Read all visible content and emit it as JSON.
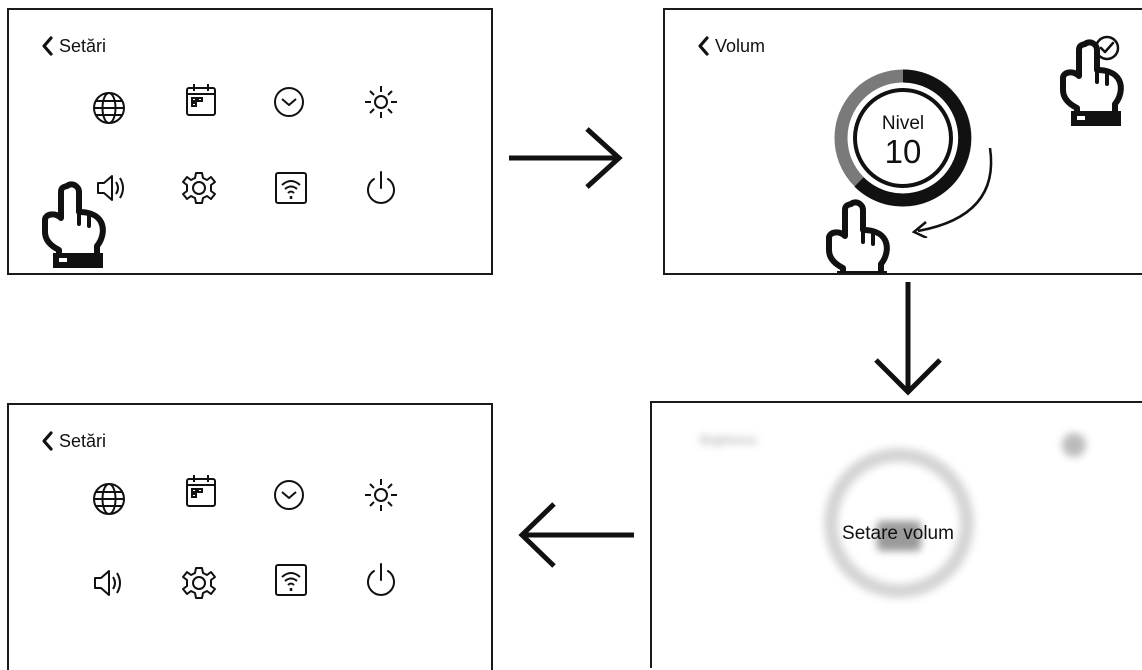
{
  "panels": {
    "settings_before": {
      "title": "Setări",
      "icons": [
        "globe-icon",
        "calendar-icon",
        "clock-icon",
        "brightness-icon",
        "volume-icon",
        "gear-icon",
        "wifi-icon",
        "power-icon"
      ]
    },
    "volume": {
      "title": "Volum",
      "knob_title": "Nivel",
      "knob_value": "10",
      "confirm_icon": "check-circle-icon"
    },
    "confirmation": {
      "blurred_title": "Brightness",
      "overlay_text": "Setare volum"
    },
    "settings_after": {
      "title": "Setări",
      "icons": [
        "globe-icon",
        "calendar-icon",
        "clock-icon",
        "brightness-icon",
        "volume-icon",
        "gear-icon",
        "wifi-icon",
        "power-icon"
      ]
    }
  },
  "colors": {
    "ink": "#111111",
    "ring_light": "#7a7a7a",
    "ring_dark": "#111111"
  }
}
